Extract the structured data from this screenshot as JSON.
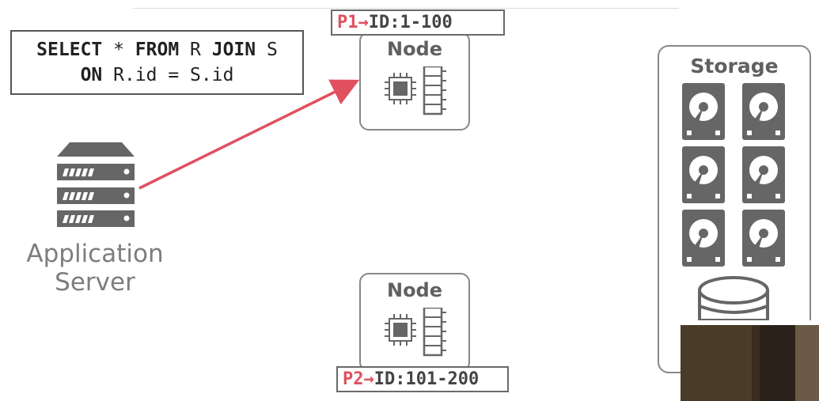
{
  "query": {
    "line1": [
      {
        "text": "SELECT",
        "kind": "keyword"
      },
      {
        "text": " * ",
        "kind": "plain"
      },
      {
        "text": "FROM",
        "kind": "keyword"
      },
      {
        "text": " R ",
        "kind": "plain"
      },
      {
        "text": "JOIN",
        "kind": "keyword"
      },
      {
        "text": " S",
        "kind": "plain"
      }
    ],
    "line2": [
      {
        "text": "ON",
        "kind": "keyword"
      },
      {
        "text": " R.id = S.id",
        "kind": "plain"
      }
    ]
  },
  "app_server": {
    "label_line1": "Application",
    "label_line2": "Server",
    "icon": "server-rack-icon"
  },
  "nodes": [
    {
      "title": "Node",
      "icon": "cpu-memory-icon",
      "partition_key": "P1→",
      "partition_range": "ID:1-100"
    },
    {
      "title": "Node",
      "icon": "cpu-memory-icon",
      "partition_key": "P2→",
      "partition_range": "ID:101-200"
    }
  ],
  "storage": {
    "title": "Storage",
    "icons": [
      "hard-drive-icon",
      "database-icon"
    ]
  },
  "colors": {
    "accent_red": "#e0505e",
    "icon_gray": "#666666",
    "border_gray": "#888888"
  }
}
